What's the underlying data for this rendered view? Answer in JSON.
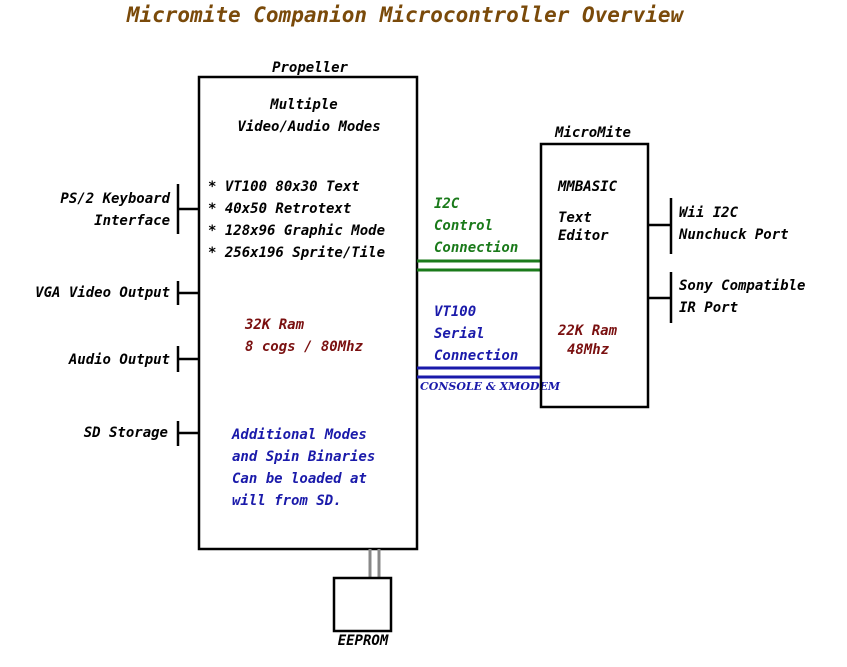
{
  "title": "Micromite Companion Microcontroller Overview",
  "colors": {
    "title": "#7a4a0a",
    "black": "#000000",
    "maroon": "#7a1010",
    "blue": "#1a1aaa",
    "green": "#1a7a1a",
    "gray": "#888888"
  },
  "propeller": {
    "label": "Propeller",
    "modes_heading": [
      "Multiple",
      "Video/Audio Modes"
    ],
    "modes": [
      "* VT100 80x30 Text",
      "* 40x50 Retrotext",
      "* 128x96 Graphic Mode",
      "* 256x196 Sprite/Tile"
    ],
    "specs": [
      "32K Ram",
      "8 cogs / 80Mhz"
    ],
    "note": [
      "Additional Modes",
      "and Spin Binaries",
      "Can be loaded at",
      "will from SD."
    ]
  },
  "left_ports": [
    {
      "lines": [
        "PS/2 Keyboard",
        "Interface"
      ]
    },
    {
      "lines": [
        "VGA Video Output"
      ]
    },
    {
      "lines": [
        "Audio Output"
      ]
    },
    {
      "lines": [
        "SD Storage"
      ]
    }
  ],
  "micromite": {
    "label": "MicroMite",
    "basic": "MMBASIC",
    "editor": [
      "Text",
      "Editor"
    ],
    "specs": [
      "22K Ram",
      "48Mhz"
    ]
  },
  "right_ports": [
    {
      "lines": [
        "Wii I2C",
        "Nunchuck Port"
      ]
    },
    {
      "lines": [
        "Sony Compatible",
        "IR Port"
      ]
    }
  ],
  "i2c_connection": [
    "I2C",
    "Control",
    "Connection"
  ],
  "serial_connection": [
    "VT100",
    "Serial",
    "Connection"
  ],
  "serial_note": "CONSOLE & XMODEM",
  "eeprom": "EEPROM"
}
